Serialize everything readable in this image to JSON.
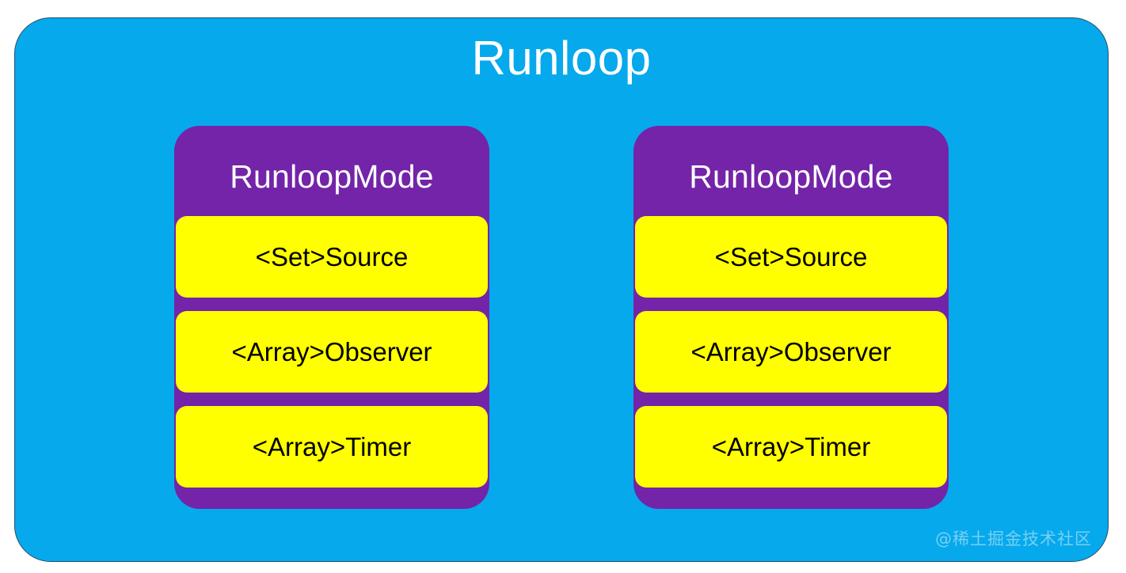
{
  "diagram": {
    "title": "Runloop",
    "background_color": "#06a9ec",
    "title_color": "#ffffff",
    "modes": [
      {
        "name": "RunloopMode",
        "header_color": "#7324a8",
        "header_text_color": "#ffffff",
        "items": [
          {
            "label": "<Set>Source",
            "fill": "#ffff00",
            "text_color": "#000000"
          },
          {
            "label": "<Array>Observer",
            "fill": "#ffff00",
            "text_color": "#000000"
          },
          {
            "label": "<Array>Timer",
            "fill": "#ffff00",
            "text_color": "#000000"
          }
        ]
      },
      {
        "name": "RunloopMode",
        "header_color": "#7324a8",
        "header_text_color": "#ffffff",
        "items": [
          {
            "label": "<Set>Source",
            "fill": "#ffff00",
            "text_color": "#000000"
          },
          {
            "label": "<Array>Observer",
            "fill": "#ffff00",
            "text_color": "#000000"
          },
          {
            "label": "<Array>Timer",
            "fill": "#ffff00",
            "text_color": "#000000"
          }
        ]
      }
    ]
  },
  "watermark": {
    "text": "@稀土掘金技术社区"
  }
}
